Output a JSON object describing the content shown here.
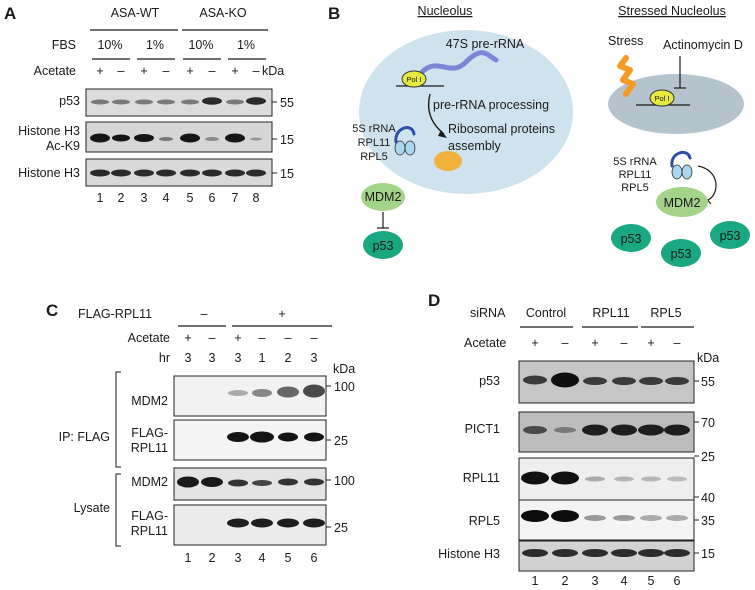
{
  "panel_a": {
    "letter": "A",
    "groups": [
      "ASA-WT",
      "ASA-KO"
    ],
    "fbs_label": "FBS",
    "fbs_values": [
      "10%",
      "1%",
      "10%",
      "1%"
    ],
    "acetate_label": "Acetate",
    "acetate_signs": [
      "+",
      "–",
      "+",
      "–",
      "+",
      "–",
      "+",
      "–"
    ],
    "kda_label": "kDa",
    "blots": [
      {
        "label": "p53",
        "marker": "55"
      },
      {
        "label": "Histone H3",
        "label2": "Ac-K9",
        "marker": "15"
      },
      {
        "label": "Histone H3",
        "marker": "15"
      }
    ],
    "lanes": [
      "1",
      "2",
      "3",
      "4",
      "5",
      "6",
      "7",
      "8"
    ]
  },
  "panel_b": {
    "letter": "B",
    "nucleolus_title": "Nucleolus",
    "stressed_title": "Stressed Nucleolus",
    "pre_rrna": "47S pre-rRNA",
    "pol": "Pol I",
    "processing": "pre-rRNA processing",
    "ribo1": "Ribosomal proteins",
    "ribo2": "assembly",
    "rrna_5s": "5S rRNA",
    "rpl11": "RPL11",
    "rpl5": "RPL5",
    "mdm2": "MDM2",
    "p53": "p53",
    "stress": "Stress",
    "actinomycin": "Actinomycin D"
  },
  "panel_c": {
    "letter": "C",
    "flag_label": "FLAG-RPL11",
    "flag_minus": "–",
    "flag_plus": "+",
    "acetate_label": "Acetate",
    "acetate_signs": [
      "+",
      "–",
      "+",
      "–",
      "–",
      "–"
    ],
    "hr_label": "hr",
    "hr_values": [
      "3",
      "3",
      "3",
      "1",
      "2",
      "3"
    ],
    "kda_label": "kDa",
    "ip_label": "IP: FLAG",
    "lysate_label": "Lysate",
    "blots": [
      {
        "label": "MDM2",
        "marker": "100"
      },
      {
        "label": "FLAG-",
        "label2": "RPL11",
        "marker": "25"
      },
      {
        "label": "MDM2",
        "marker": "100"
      },
      {
        "label": "FLAG-",
        "label2": "RPL11",
        "marker": "25"
      }
    ],
    "lanes": [
      "1",
      "2",
      "3",
      "4",
      "5",
      "6"
    ]
  },
  "panel_d": {
    "letter": "D",
    "sirna_label": "siRNA",
    "groups": [
      "Control",
      "RPL11",
      "RPL5"
    ],
    "acetate_label": "Acetate",
    "acetate_signs": [
      "+",
      "–",
      "+",
      "–",
      "+",
      "–"
    ],
    "kda_label": "kDa",
    "blots": [
      {
        "label": "p53",
        "markers": [
          "55"
        ]
      },
      {
        "label": "PICT1",
        "markers": [
          "70"
        ]
      },
      {
        "label": "RPL11",
        "markers": [
          "25"
        ]
      },
      {
        "label": "RPL5",
        "markers": [
          "40",
          "35"
        ]
      },
      {
        "label": "Histone H3",
        "markers": [
          "15"
        ]
      }
    ],
    "lanes": [
      "1",
      "2",
      "3",
      "4",
      "5",
      "6"
    ]
  }
}
